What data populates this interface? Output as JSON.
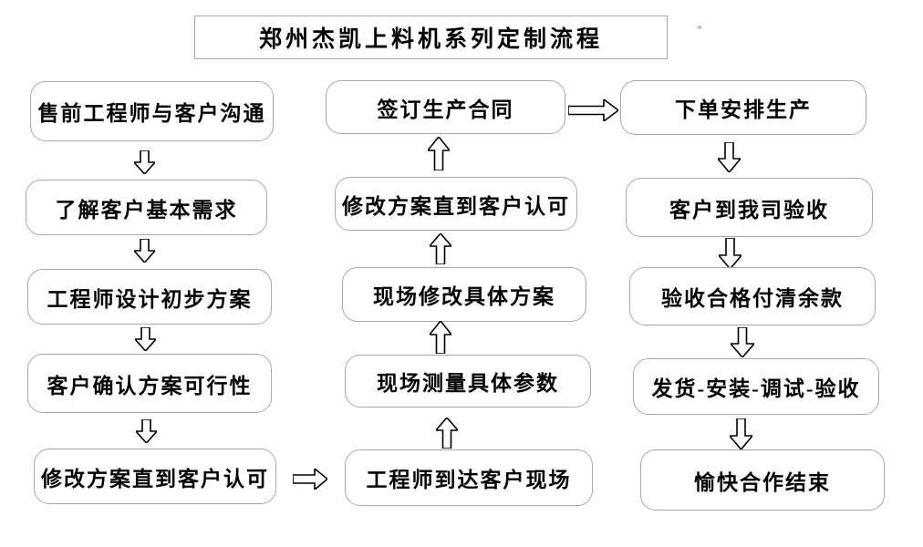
{
  "title": {
    "text": "郑州杰凯上料机系列定制流程"
  },
  "flow": {
    "left": [
      "售前工程师与客户沟通",
      "了解客户基本需求",
      "工程师设计初步方案",
      "客户确认方案可行性",
      "修改方案直到客户认可"
    ],
    "middle": [
      "签订生产合同",
      "修改方案直到客户认可",
      "现场修改具体方案",
      "现场测量具体参数",
      "工程师到达客户现场"
    ],
    "right": [
      "下单安排生产",
      "客户到我司验收",
      "验收合格付清余款",
      "发货-安装-调试-验收",
      "愉快合作结束"
    ]
  },
  "connections": [
    {
      "from": "售前工程师与客户沟通",
      "to": "了解客户基本需求",
      "direction": "down"
    },
    {
      "from": "了解客户基本需求",
      "to": "工程师设计初步方案",
      "direction": "down"
    },
    {
      "from": "工程师设计初步方案",
      "to": "客户确认方案可行性",
      "direction": "down"
    },
    {
      "from": "客户确认方案可行性",
      "to": "修改方案直到客户认可",
      "direction": "down"
    },
    {
      "from": "修改方案直到客户认可",
      "to": "工程师到达客户现场",
      "direction": "right"
    },
    {
      "from": "工程师到达客户现场",
      "to": "现场测量具体参数",
      "direction": "up"
    },
    {
      "from": "现场测量具体参数",
      "to": "现场修改具体方案",
      "direction": "up"
    },
    {
      "from": "现场修改具体方案",
      "to": "修改方案直到客户认可",
      "direction": "up"
    },
    {
      "from": "修改方案直到客户认可",
      "to": "签订生产合同",
      "direction": "up"
    },
    {
      "from": "签订生产合同",
      "to": "下单安排生产",
      "direction": "right"
    },
    {
      "from": "下单安排生产",
      "to": "客户到我司验收",
      "direction": "down"
    },
    {
      "from": "客户到我司验收",
      "to": "验收合格付清余款",
      "direction": "down"
    },
    {
      "from": "验收合格付清余款",
      "to": "发货-安装-调试-验收",
      "direction": "down"
    },
    {
      "from": "发货-安装-调试-验收",
      "to": "愉快合作结束",
      "direction": "down"
    }
  ],
  "colors": {
    "box_border": "#a8a8a8",
    "arrow_outline": "#000000",
    "text": "#000000",
    "background": "#ffffff"
  }
}
